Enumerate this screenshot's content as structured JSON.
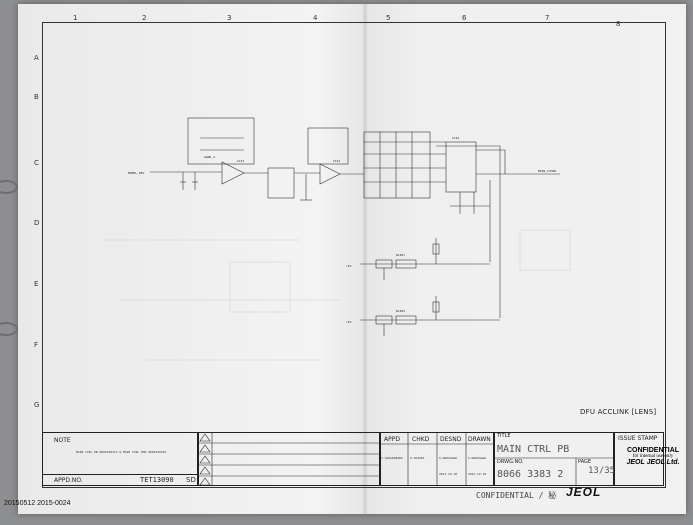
{
  "border": {
    "columns": [
      "1",
      "2",
      "3",
      "4",
      "5",
      "6",
      "7",
      "8"
    ],
    "rows": [
      "A",
      "B",
      "C",
      "D",
      "E",
      "F",
      "G"
    ]
  },
  "schematic": {
    "input_label": "MODEL_DFU",
    "output_label": "MAIN_ICHAR",
    "ground_label": "AGND_4",
    "ic_labels": [
      "IC47",
      "IC21",
      "IC22"
    ],
    "relay_labels": [
      "RL501",
      "RL502"
    ],
    "vcc_labels": [
      "+5V",
      "+5V"
    ]
  },
  "drawing_caption": "DFU ACCLINK [LENS]",
  "title_block": {
    "note_label": "NOTE",
    "note_text": "MAIN CTRL PB 8066338312 & MAIN CTRL MOD 8066338301",
    "appd_no_label": "APPD.NO.",
    "appd_no_value": "TET13090",
    "appd_no_suffix": "SD",
    "headers": [
      "APPD",
      "CHKD",
      "DESND",
      "DRAWN"
    ],
    "names": [
      "T.SAKAKIBARA",
      "S.SUZUKI",
      "S.NAKASAWA",
      "S.NAKASAWA"
    ],
    "dates": [
      "",
      "",
      "2013-12-18",
      "2013-12-18"
    ],
    "title_label": "TITLE",
    "title_value": "MAIN CTRL PB",
    "dwg_no_label": "DRWG.NO.",
    "dwg_no_value": "8066 3383 2",
    "page_label": "PAGE",
    "page_value": "13/35",
    "issue_stamp_label": "ISSUE STAMP"
  },
  "stamp": {
    "line1": "CONFIDENTIAL",
    "line2": "for internal use only",
    "line3": "JEOL JEOL Ltd."
  },
  "confidential_footer": "CONFIDENTIAL / 秘",
  "jeol_logo": "JEOL",
  "footer_stamp": "20150512 2015-0024"
}
